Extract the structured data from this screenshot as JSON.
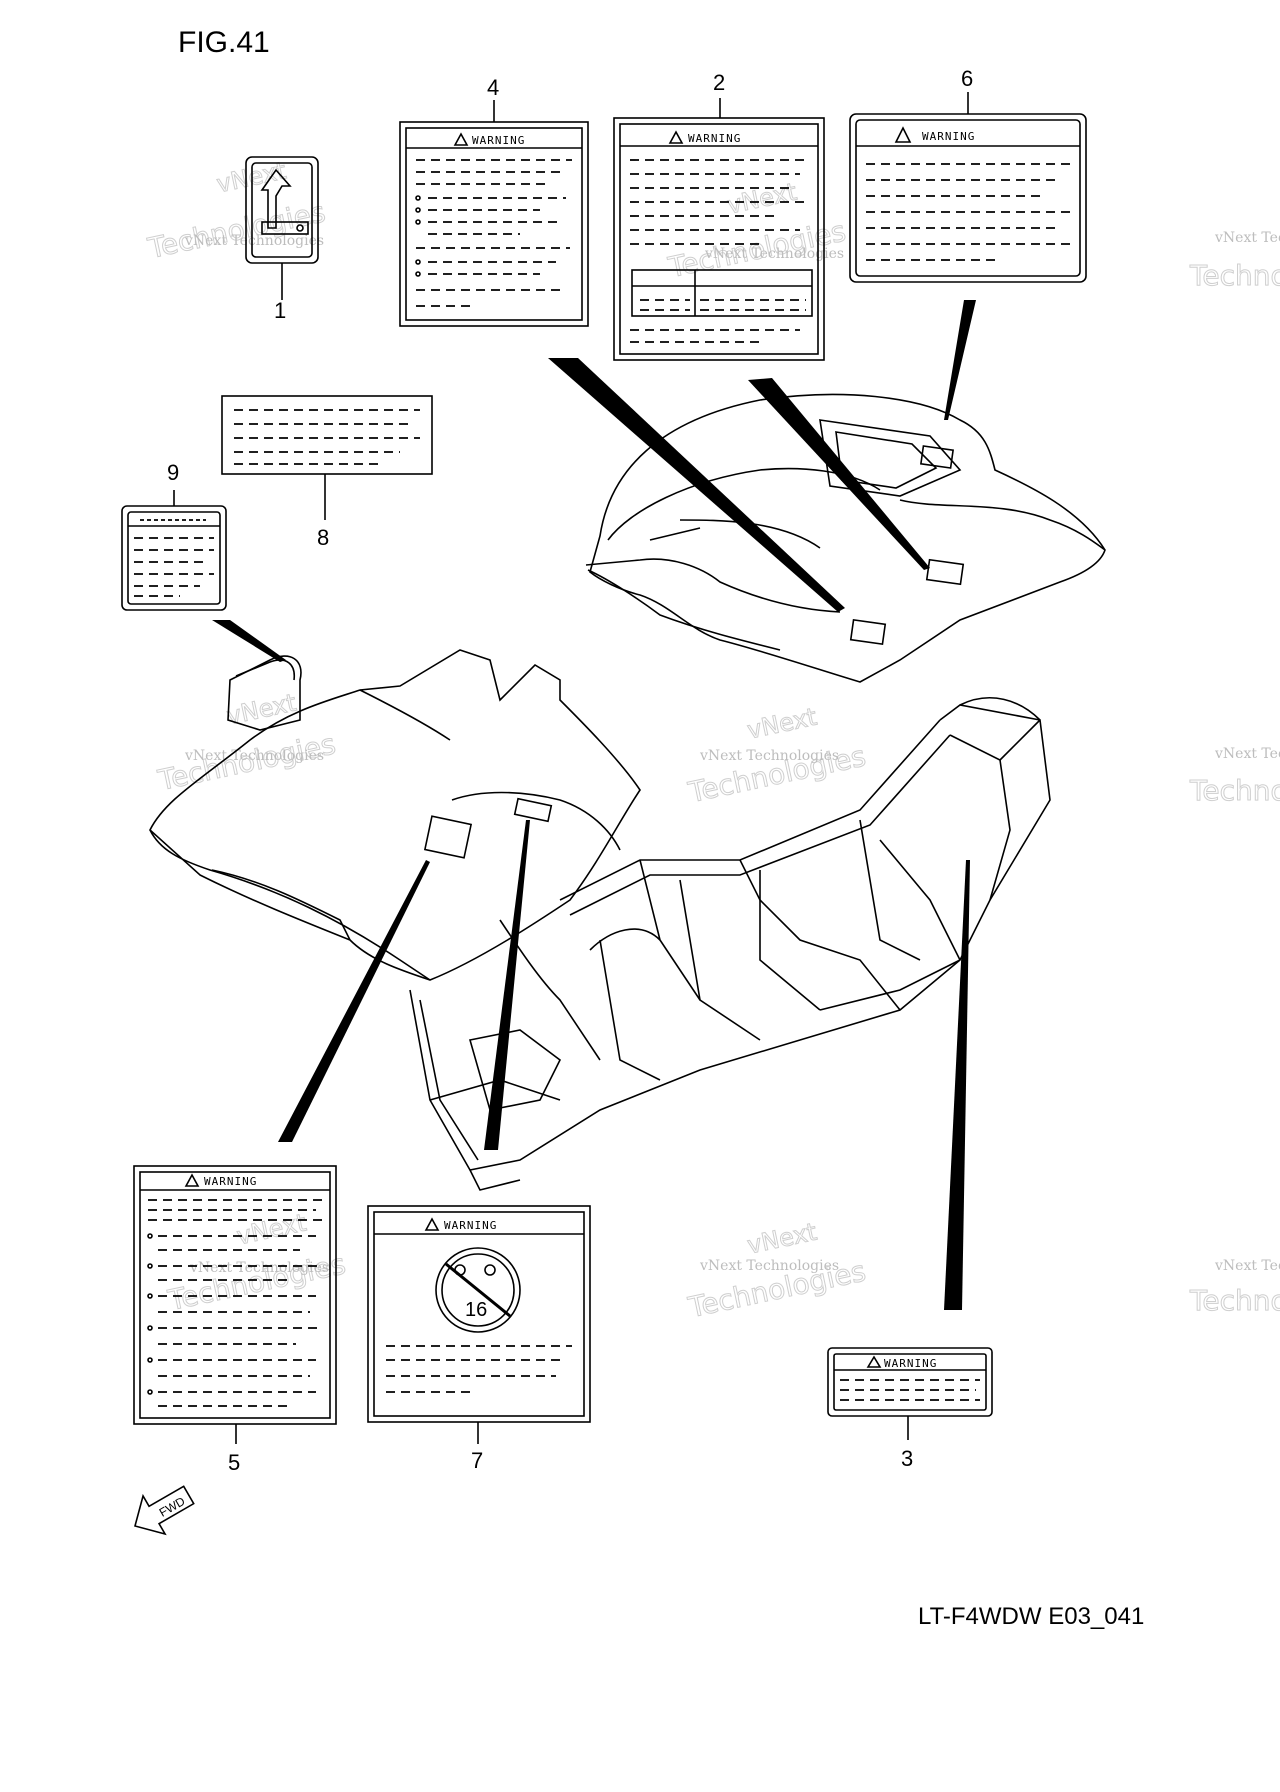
{
  "figure": {
    "title": "FIG.41",
    "code": "LT-F4WDW E03_041",
    "fwd_text": "FWD"
  },
  "callouts": {
    "c1": "1",
    "c2": "2",
    "c3": "3",
    "c4": "4",
    "c5": "5",
    "c6": "6",
    "c7": "7",
    "c8": "8",
    "c9": "9"
  },
  "labels": {
    "warning_text": "WARNING",
    "age_limit": "16"
  },
  "watermark": {
    "line1": "vNext",
    "line2": "vNext Technologies",
    "line3": "Technologies"
  },
  "icons": {
    "warning_triangle": "warning-triangle-icon",
    "no_under_16": "no-under-16-icon",
    "shift_pattern": "shift-arrow-icon",
    "forward_arrow": "fwd-arrow-icon"
  }
}
